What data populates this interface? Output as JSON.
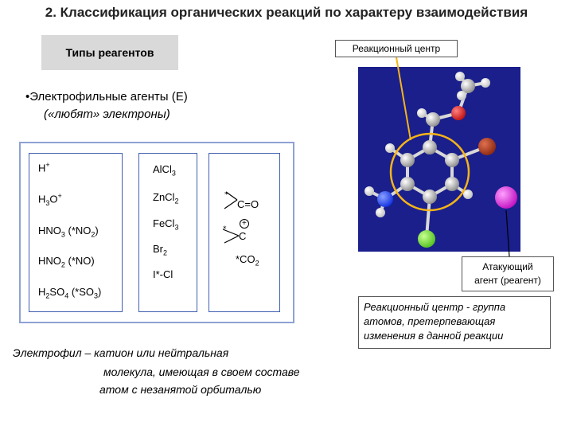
{
  "title": "2. Классификация органических реакций по характеру взаимодействия",
  "types_box": "Типы реагентов",
  "electrophilic_agents": "•Электрофильные агенты (Е)",
  "electrophilic_subtitle": "(«любят» электроны)",
  "panel1": [
    {
      "main": "H",
      "sup": "+"
    },
    {
      "main": "H",
      "sub1": "3",
      "mid": "O",
      "sup": "+"
    },
    {
      "main": "HNO",
      "sub1": "3",
      "mid": " (*NO",
      "sub2": "2",
      "end": ")"
    },
    {
      "main": "HNO",
      "sub1": "2",
      "mid": " (*NO)"
    },
    {
      "main": "H",
      "sub1": "2",
      "mid": "SO",
      "sub2": "4",
      "end": " (*SO",
      "sub3": "3",
      "end2": ")"
    }
  ],
  "panel2": [
    {
      "main": "AlCl",
      "sub1": "3"
    },
    {
      "main": "ZnCl",
      "sub1": "2"
    },
    {
      "main": "FeCl",
      "sub1": "3"
    },
    {
      "main": "Br",
      "sub1": "2"
    },
    {
      "main": "I*-Cl"
    }
  ],
  "panel3": {
    "carbonyl": "C=O",
    "carbocation_c": "C",
    "plus": "+",
    "co2": "*CO",
    "co2_sub": "2"
  },
  "reaction_center_label": "Реакционный центр",
  "attacking_agent": [
    "Атакующий",
    "агент (реагент)"
  ],
  "definition_box": [
    "Реакционный центр - группа",
    "атомов, претерпевающая",
    "изменения в данной реакции"
  ],
  "electrophile_definition": [
    "Электрофил – катион или нейтральная",
    "молекула, имеющая в своем составе",
    "атом с незанятой орбиталью"
  ],
  "colors": {
    "panel_border": "#3f5fb0",
    "outer_frame": "#8ea2d4",
    "molecule_bg": "#1a1f8c",
    "highlight_ring": "#f5b417",
    "atom_carbon": "#b8b8b8",
    "atom_hydrogen": "#ffffff",
    "atom_nitrogen": "#2040ff",
    "atom_oxygen": "#e01a1a",
    "atom_bromine": "#b04020",
    "atom_chlorine": "#70e030",
    "reagent_atom": "#e020e0"
  }
}
